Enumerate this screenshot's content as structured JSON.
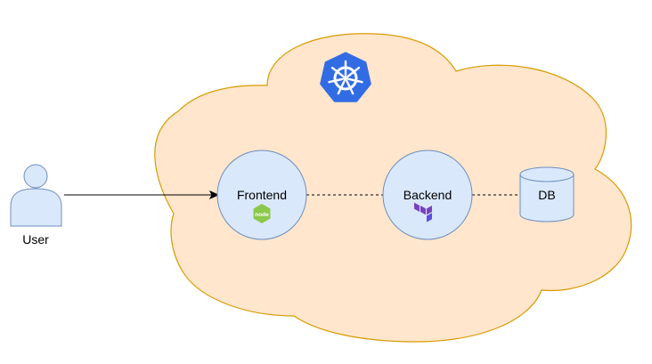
{
  "nodes": {
    "user": {
      "label": "User"
    },
    "frontend": {
      "label": "Frontend",
      "badge_icon": "nodejs-icon"
    },
    "backend": {
      "label": "Backend",
      "badge_icon": "terraform-icon"
    },
    "db": {
      "label": "DB"
    }
  },
  "cluster": {
    "icon": "kubernetes-icon"
  },
  "edges": [
    {
      "from": "user",
      "to": "frontend",
      "style": "solid-arrow"
    },
    {
      "from": "frontend",
      "to": "backend",
      "style": "dashed"
    },
    {
      "from": "backend",
      "to": "db",
      "style": "dashed"
    }
  ],
  "colors": {
    "cloud_fill": "#ffe6cc",
    "cloud_stroke": "#d79b00",
    "node_fill": "#dae8fc",
    "node_stroke": "#6c8ebf",
    "kubernetes_blue": "#326ce5",
    "nodejs_green": "#8cc84b",
    "terraform_purple": "#7b42bc"
  }
}
